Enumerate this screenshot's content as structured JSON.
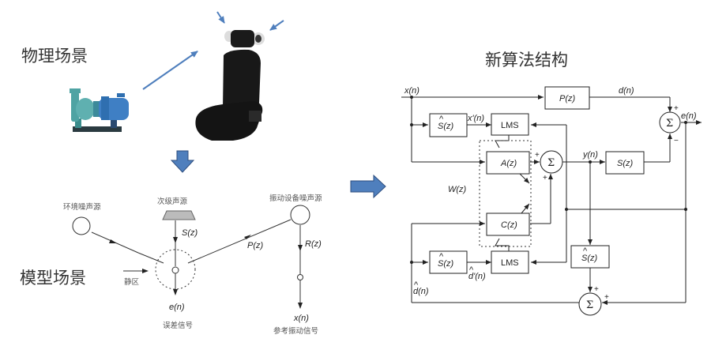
{
  "titles": {
    "physical_scene": "物理场景",
    "model_scene": "模型场景",
    "new_algorithm": "新算法结构"
  },
  "physical_scene": {
    "images": [
      "pump-illustration",
      "car-seat-with-headrest-speakers"
    ]
  },
  "model_scene": {
    "ambient_noise_source": "环境噪声源",
    "secondary_source": "次级声源",
    "vibration_noise_source": "振动设备噪声源",
    "quiet_zone": "静区",
    "error_signal_label": "误差信号",
    "error_signal": "e(n)",
    "reference_signal_label": "参考振动信号",
    "reference_signal": "x(n)",
    "paths": {
      "secondary": "S(z)",
      "primary": "P(z)",
      "reference": "R(z)"
    }
  },
  "algorithm": {
    "signals": {
      "x": "x(n)",
      "d": "d(n)",
      "e": "e(n)",
      "x_prime": "x'(n)",
      "y": "y(n)",
      "W": "W(z)",
      "d_hat": "d(n)",
      "d_hat_prime": "d'(n)",
      "hat": "^"
    },
    "blocks": {
      "P": "P(z)",
      "S_hat_top": "S(z)",
      "LMS_top": "LMS",
      "A": "A(z)",
      "S": "S(z)",
      "C": "C(z)",
      "S_hat_bottom": "S(z)",
      "LMS_bottom": "LMS",
      "S_hat_right": "S(z)"
    },
    "sum_symbol": "Σ",
    "plus": "+",
    "minus": "−"
  },
  "colors": {
    "arrow_blue": "#4f7fbd",
    "arrow_blue_dark": "#2f4f7f",
    "line": "#222222"
  }
}
